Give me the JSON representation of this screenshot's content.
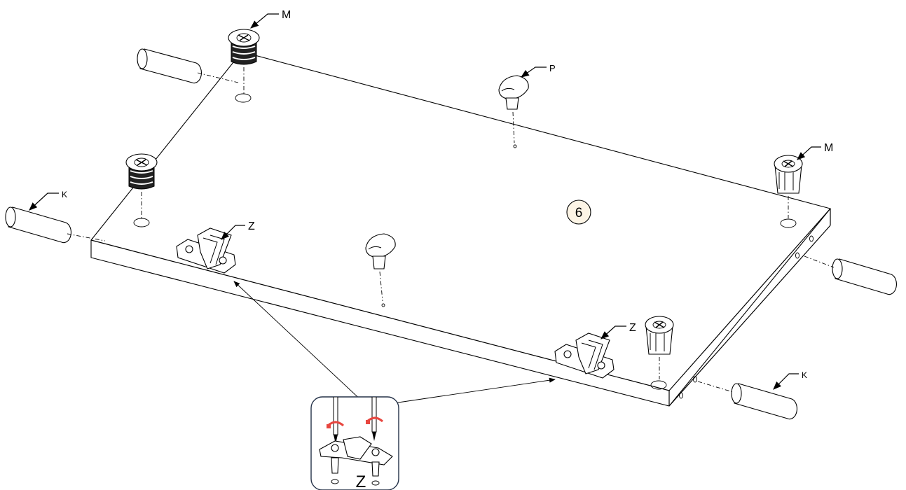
{
  "panel_number": "6",
  "parts": {
    "cam_label": "M",
    "dowel_label": "K",
    "shelf_support_label": "P",
    "hinge_plate_label": "Z"
  },
  "detail": {
    "label": "Z",
    "accent_color": "#e8463f"
  }
}
